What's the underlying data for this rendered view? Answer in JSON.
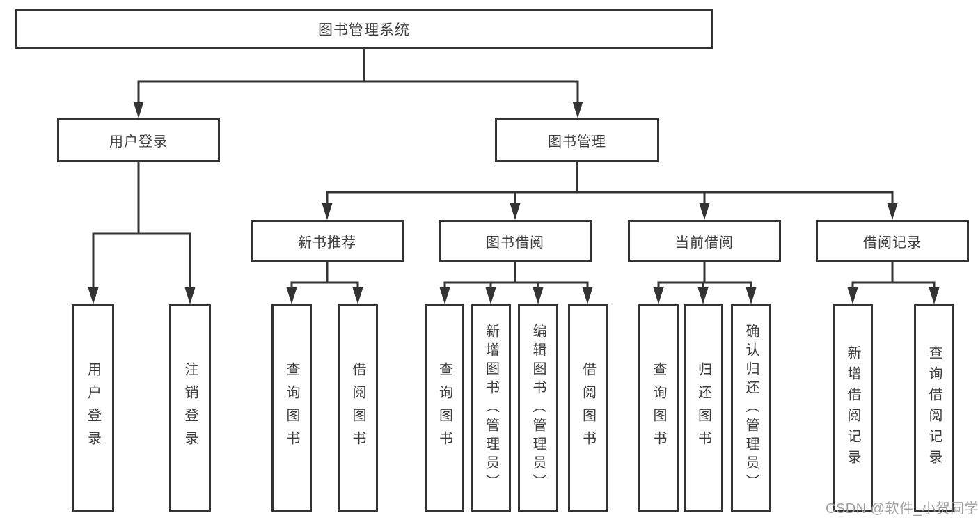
{
  "diagram": {
    "title": "图书管理系统",
    "nodes": {
      "root": {
        "label": "图书管理系统"
      },
      "level2": [
        {
          "id": "user-login",
          "label": "用户登录",
          "parent": "图书管理系统"
        },
        {
          "id": "book-management",
          "label": "图书管理",
          "parent": "图书管理系统"
        }
      ],
      "level3": [
        {
          "id": "new-book-recommend",
          "label": "新书推荐",
          "parent": "图书管理"
        },
        {
          "id": "book-borrow",
          "label": "图书借阅",
          "parent": "图书管理"
        },
        {
          "id": "current-borrow",
          "label": "当前借阅",
          "parent": "图书管理"
        },
        {
          "id": "borrow-records",
          "label": "借阅记录",
          "parent": "图书管理"
        }
      ],
      "leaves": [
        {
          "id": "leaf-user-login",
          "label": "用户登录",
          "parent": "用户登录"
        },
        {
          "id": "leaf-logout",
          "label": "注销登录",
          "parent": "用户登录"
        },
        {
          "id": "leaf-query-books-1",
          "label": "查询图书",
          "parent": "新书推荐"
        },
        {
          "id": "leaf-borrow-books-1",
          "label": "借阅图书",
          "parent": "新书推荐"
        },
        {
          "id": "leaf-query-books-2",
          "label": "查询图书",
          "parent": "图书借阅"
        },
        {
          "id": "leaf-add-book-admin",
          "label": "新增图书（管理员）",
          "parent": "图书借阅"
        },
        {
          "id": "leaf-edit-book-admin",
          "label": "编辑图书（管理员）",
          "parent": "图书借阅"
        },
        {
          "id": "leaf-borrow-books-2",
          "label": "借阅图书",
          "parent": "图书借阅"
        },
        {
          "id": "leaf-query-books-3",
          "label": "查询图书",
          "parent": "当前借阅"
        },
        {
          "id": "leaf-return-books",
          "label": "归还图书",
          "parent": "当前借阅"
        },
        {
          "id": "leaf-confirm-return-admin",
          "label": "确认归还（管理员）",
          "parent": "当前借阅"
        },
        {
          "id": "leaf-add-borrow-record",
          "label": "新增借阅记录",
          "parent": "借阅记录"
        },
        {
          "id": "leaf-query-borrow-record",
          "label": "查询借阅记录",
          "parent": "借阅记录"
        }
      ]
    },
    "colors": {
      "line": "#333333",
      "node_border": "#333333",
      "node_text": "#3c3c3c",
      "background": "#ffffff",
      "watermark_text_color": "#a2a2a2"
    }
  },
  "watermark": {
    "text": "CSDN @软件_小贺同学"
  }
}
